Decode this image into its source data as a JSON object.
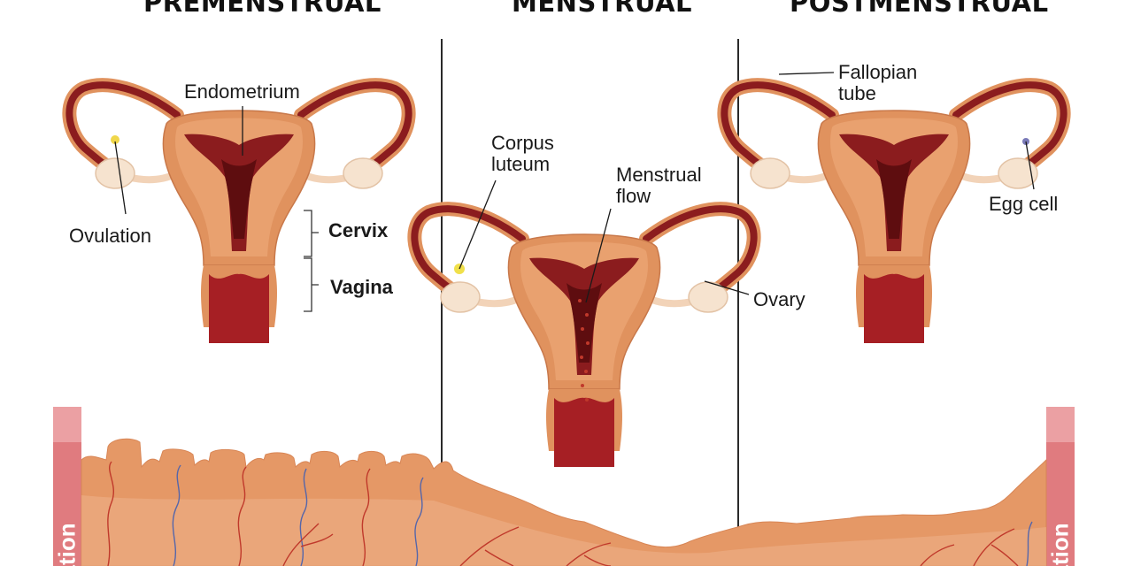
{
  "phases": {
    "premenstrual": "PREMENSTRUAL",
    "menstrual": "MENSTRUAL",
    "postmenstrual": "POSTMENSTRUAL"
  },
  "labels": {
    "endometrium": "Endometrium",
    "ovulation": "Ovulation",
    "cervix": "Cervix",
    "vagina": "Vagina",
    "corpus_luteum_1": "Corpus",
    "corpus_luteum_2": "luteum",
    "menstrual_flow_1": "Menstrual",
    "menstrual_flow_2": "flow",
    "ovary": "Ovary",
    "fallopian_tube_1": "Fallopian",
    "fallopian_tube_2": "tube",
    "egg_cell": "Egg cell"
  },
  "side_bars": {
    "left": "lation",
    "right": "lation"
  },
  "colors": {
    "uterus_outer": "#e0925e",
    "uterus_light": "#f4c19a",
    "lining": "#8b1c1e",
    "lining_dark": "#5e0d0f",
    "ovary": "#f6e3cf",
    "tissue": "#e59866",
    "side_bar": "#e07b7f",
    "vessel_red": "#c0392b",
    "vessel_blue": "#5566aa"
  }
}
